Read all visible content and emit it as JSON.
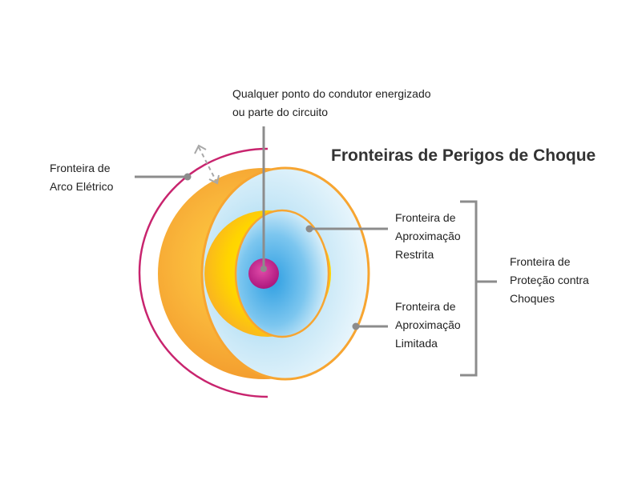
{
  "title": "Fronteiras de Perigos de Choque",
  "labels": {
    "conductor": [
      "Qualquer ponto do condutor energizado",
      "ou parte do circuito"
    ],
    "arc_flash": [
      "Fronteira de",
      "Arco Elétrico"
    ],
    "restricted": [
      "Fronteira de",
      "Aproximação",
      "Restrita"
    ],
    "limited": [
      "Fronteira de",
      "Aproximação",
      "Limitada"
    ],
    "shock_protection": [
      "Fronteira de",
      "Proteção contra",
      "Choques"
    ]
  },
  "colors": {
    "arc_line": "#c8246e",
    "leader": "#8c8c8c",
    "core": "#c41d86",
    "shell_orange": "#f7a531",
    "inner_yellow": "#ffe000",
    "blue": "#3aa8e6"
  }
}
